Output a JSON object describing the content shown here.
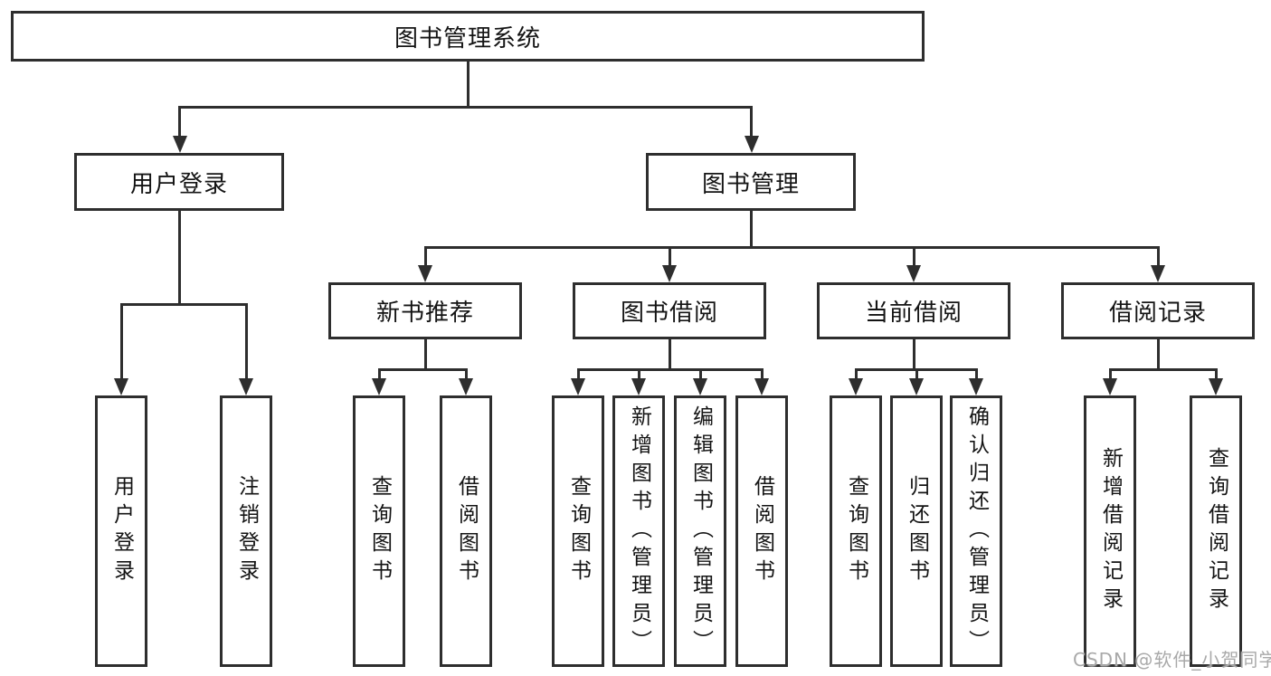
{
  "diagram": {
    "type": "hierarchy-tree",
    "title": "图书管理系统",
    "structure": {
      "root": "图书管理系统",
      "children": [
        {
          "label": "用户登录",
          "children": [
            "用户登录",
            "注销登录"
          ]
        },
        {
          "label": "图书管理",
          "children": [
            {
              "label": "新书推荐",
              "children": [
                "查询图书",
                "借阅图书"
              ]
            },
            {
              "label": "图书借阅",
              "children": [
                "查询图书",
                "新增图书（管理员）",
                "编辑图书（管理员）",
                "借阅图书"
              ]
            },
            {
              "label": "当前借阅",
              "children": [
                "查询图书",
                "归还图书",
                "确认归还（管理员）"
              ]
            },
            {
              "label": "借阅记录",
              "children": [
                "新增借阅记录",
                "查询借阅记录"
              ]
            }
          ]
        }
      ]
    }
  },
  "nodes": {
    "root": {
      "label": "图书管理系统"
    },
    "user_login": {
      "label": "用户登录"
    },
    "book_management": {
      "label": "图书管理"
    },
    "leaf_user_login": {
      "label": "用户登录"
    },
    "leaf_logout": {
      "label": "注销登录"
    },
    "new_book_recommend": {
      "label": "新书推荐"
    },
    "book_borrow": {
      "label": "图书借阅"
    },
    "current_borrow": {
      "label": "当前借阅"
    },
    "borrow_record": {
      "label": "借阅记录"
    },
    "rec_query_book": {
      "label": "查询图书"
    },
    "rec_borrow_book": {
      "label": "借阅图书"
    },
    "bb_query_book": {
      "label": "查询图书"
    },
    "bb_add_book_admin": {
      "label": "新增图书（管理员）"
    },
    "bb_edit_book_admin": {
      "label": "编辑图书（管理员）"
    },
    "bb_borrow_book": {
      "label": "借阅图书"
    },
    "cb_query_book": {
      "label": "查询图书"
    },
    "cb_return_book": {
      "label": "归还图书"
    },
    "cb_confirm_return_admin": {
      "label": "确认归还（管理员）"
    },
    "br_add_record": {
      "label": "新增借阅记录"
    },
    "br_query_record": {
      "label": "查询借阅记录"
    }
  },
  "watermark": {
    "text": "CSDN @软件_小贺同学"
  },
  "colors": {
    "background": "#ffffff",
    "box_border": "#2e2e2e",
    "line": "#2e2e2e",
    "text": "#141414",
    "watermark": "#a9a9a9"
  }
}
